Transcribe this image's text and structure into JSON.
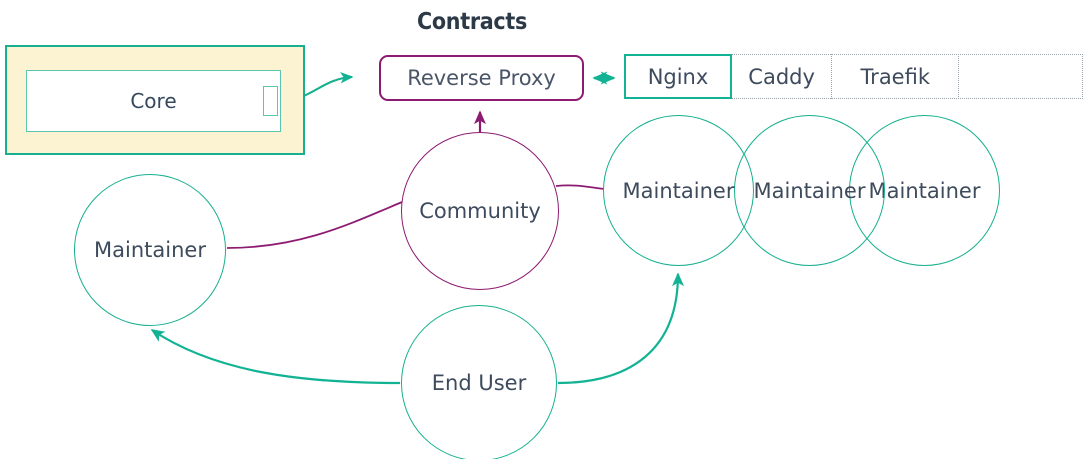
{
  "diagram": {
    "title": "Contracts",
    "colors": {
      "teal": "#16B08E",
      "purple": "#8E1B72",
      "text": "#3D4B5C",
      "cluster_fill": "#FCF3D3",
      "dotted_border": "#9AA2AB"
    }
  },
  "core_cluster": {
    "node_label": "Core"
  },
  "reverse_proxy": {
    "label": "Reverse Proxy"
  },
  "proxy_options": [
    {
      "label": "Nginx",
      "selected": true
    },
    {
      "label": "Caddy",
      "selected": false
    },
    {
      "label": "Traefik",
      "selected": false
    },
    {
      "label": "",
      "selected": false
    }
  ],
  "actors": {
    "maintainer_left": "Maintainer",
    "community": "Community",
    "maintainer_right_1": "Maintainer",
    "maintainer_right_2": "Maintainer",
    "maintainer_right_3": "Maintainer",
    "end_user": "End User"
  }
}
